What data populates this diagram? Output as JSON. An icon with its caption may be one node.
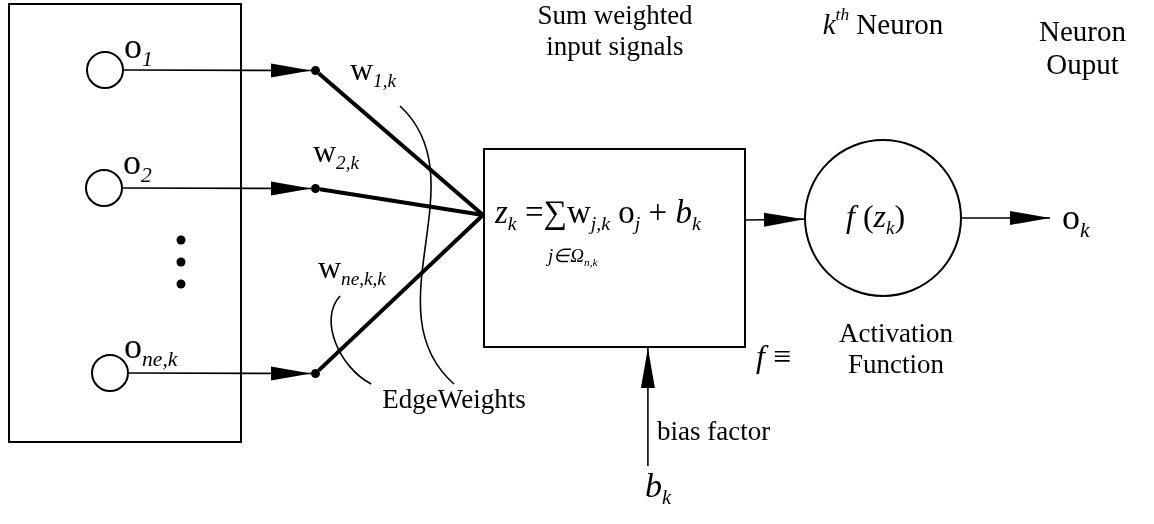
{
  "diagram": {
    "nodes": [
      {
        "text": [],
        "shape": "box"
      },
      {
        "text": [],
        "shape": "circle",
        "in": 0,
        "beside": [
          "o$_{1}$"
        ]
      },
      {
        "text": [],
        "shape": "circle",
        "in": 0,
        "beside": [
          "o$_{2}$"
        ]
      },
      {
        "text": [],
        "shape": "circle",
        "in": 0,
        "beside": [
          "o$_{ne,k}$"
        ]
      },
      {
        "text": [],
        "shape": "circle"
      },
      {
        "text": [],
        "shape": "circle"
      },
      {
        "text": [],
        "shape": "circle"
      },
      {
        "text": [
          "Sum weighted input signals",
          "*z*$_{k}$ =∑w$_{j,k}$ o$_{j}$ + *b*$_{k}$",
          "j∈Ω$_{n,k}$"
        ]
      },
      {
        "text": [
          "*k*$^{th}$ Neuron",
          "*f* (*z*$_{k}$)"
        ]
      },
      {
        "text": [
          "Neuron Ouput",
          "o$_{k}$"
        ]
      },
      {
        "text": [
          "*b*$_{k}$"
        ],
        "beside": [
          "bias factor"
        ]
      },
      {
        "text": [
          "EdgeWeights"
        ]
      }
    ],
    "edges": [
      {
        "from": 1,
        "to": 4,
        "arrow": "to"
      },
      {
        "from": 2,
        "to": 5,
        "arrow": "to"
      },
      {
        "from": 3,
        "to": 6,
        "arrow": "to"
      },
      {
        "from": 4,
        "to": 7,
        "arrow": "none",
        "label": "w$_{1,k}$",
        "style": "thick"
      },
      {
        "from": 5,
        "to": 7,
        "arrow": "none",
        "label": "w$_{2,k}$",
        "style": "thick"
      },
      {
        "from": 6,
        "to": 7,
        "arrow": "none",
        "label": "w$_{ne,k,k}$",
        "style": "thick"
      },
      {
        "from": 7,
        "to": 8,
        "arrow": "to"
      },
      {
        "from": 8,
        "to": 9,
        "arrow": "to"
      },
      {
        "from": 10,
        "to": 7,
        "arrow": "to"
      },
      {
        "from": 11,
        "to": null,
        "arrow": "none"
      },
      {
        "from": 11,
        "to": null,
        "arrow": "none"
      }
    ],
    "labels": [
      "*f* ≡",
      "Activation Function"
    ]
  }
}
